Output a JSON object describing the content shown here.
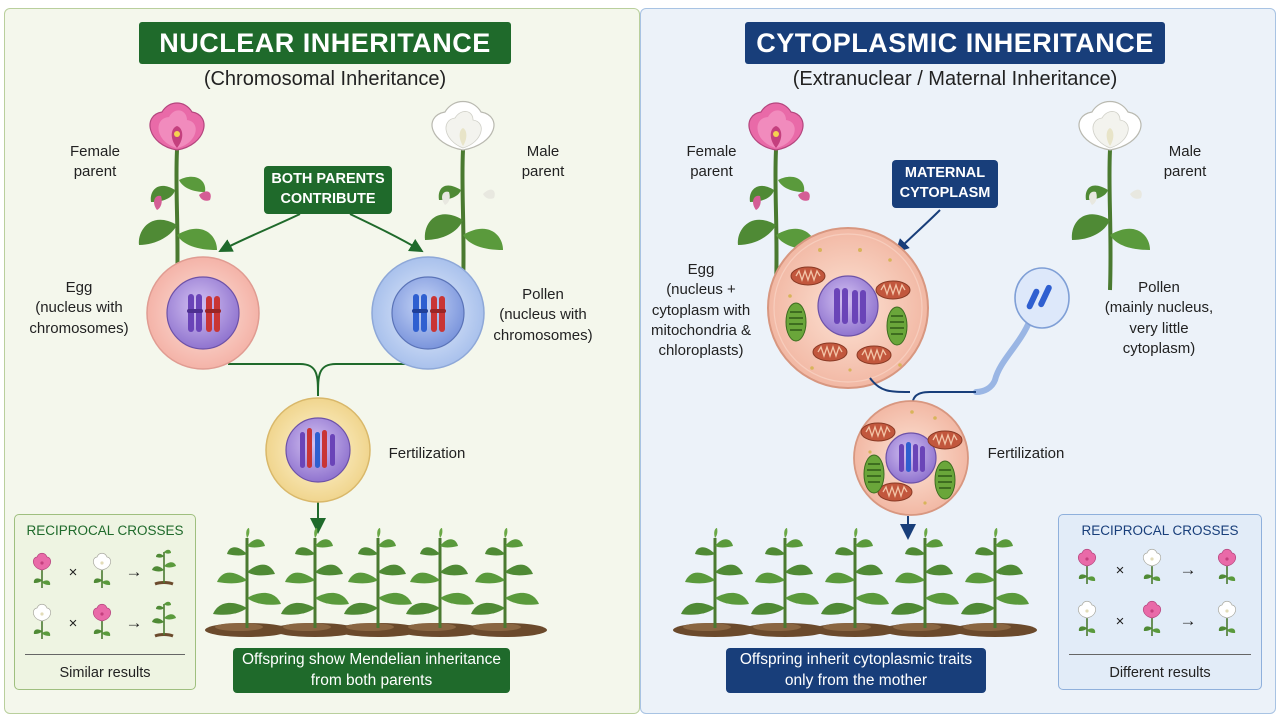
{
  "nuclear": {
    "title": "NUCLEAR INHERITANCE",
    "subtitle": "(Chromosomal Inheritance)",
    "female_label": "Female\nparent",
    "male_label": "Male\nparent",
    "contribute_tag": "BOTH PARENTS\nCONTRIBUTE",
    "egg_label": "Egg\n(nucleus with\nchromosomes)",
    "pollen_label": "Pollen\n(nucleus with\nchromosomes)",
    "fertilization_label": "Fertilization",
    "footer": "Offspring show Mendelian inheritance\nfrom both parents",
    "crosses": {
      "title": "RECIPROCAL CROSSES",
      "times": "×",
      "arrow": "→",
      "result": "Similar results"
    }
  },
  "cytoplasmic": {
    "title": "CYTOPLASMIC INHERITANCE",
    "subtitle": "(Extranuclear / Maternal Inheritance)",
    "female_label": "Female\nparent",
    "male_label": "Male\nparent",
    "maternal_tag": "MATERNAL\nCYTOPLASM",
    "egg_label": "Egg\n(nucleus +\ncytoplasm with\nmitochondria &\nchloroplasts)",
    "pollen_label": "Pollen\n(mainly nucleus,\nvery little\ncytoplasm)",
    "fertilization_label": "Fertilization",
    "footer": "Offspring inherit cytoplasmic traits\nonly from the mother",
    "crosses": {
      "title": "RECIPROCAL CROSSES",
      "times": "×",
      "arrow": "→",
      "result": "Different results"
    }
  },
  "colors": {
    "nuclear_accent": "#1f6a2b",
    "cytoplasmic_accent": "#183e7a",
    "female_flower": "#e36ea8",
    "male_flower": "#ffffff",
    "maternal_chromosome": "#7a4fc0",
    "paternal_chromosome": "#c93535",
    "pollen_chromosome": "#2f5fd0"
  },
  "icons": [
    "pink-flower-icon",
    "white-flower-icon",
    "egg-cell-icon",
    "pollen-grain-icon",
    "zygote-icon",
    "mitochondrion-icon",
    "chloroplast-icon",
    "seedling-icon",
    "arrow-icon"
  ]
}
